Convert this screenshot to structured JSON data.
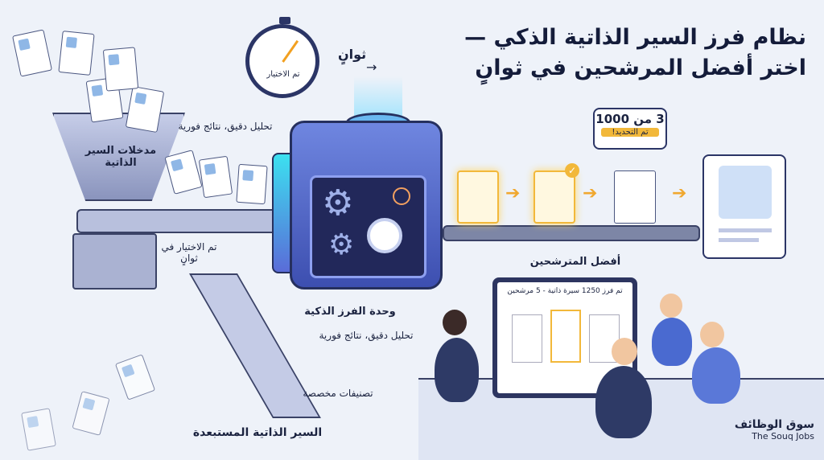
{
  "header": {
    "title_line1": "نظام فرز السير الذاتية الذكي —",
    "title_line2": "اختر أفضل المرشحين في ثوانٍ"
  },
  "timer": {
    "face_label": "تم الاختيار",
    "side_label": "ثوانٍ"
  },
  "labels": {
    "input": "مدخلات السير الذاتية",
    "analysis_top": "تحليل دقيق، نتائج فورية",
    "selected_in_seconds": "تم الاختيار في ثوانٍ",
    "unit": "وحدة الفرز الذكية",
    "analysis_bottom": "تحليل دقيق، نتائج فورية",
    "categories": "تصنيفات مخصصة",
    "rejected": "السير الذاتية المستبعدة",
    "best_candidates": "أفضل المترشحين"
  },
  "callout": {
    "count": "3 من 1000",
    "status": "تم التحديد!"
  },
  "monitor": {
    "text": "تم فرز 1250 سيرة ذاتية - 5 مرشحين"
  },
  "brand": {
    "arabic": "سوق الوظائف",
    "english": "The Souq Jobs"
  },
  "colors": {
    "accent": "#f2b83a",
    "machine": "#4d61c8",
    "background": "#eef2f9"
  }
}
